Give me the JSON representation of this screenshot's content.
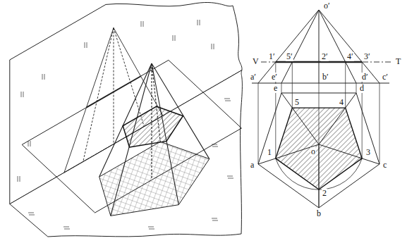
{
  "diagram": {
    "labels": [
      "o′",
      "V",
      "1′",
      "5′",
      "2′",
      "4′",
      "3′",
      "T",
      "a′",
      "e′",
      "b′",
      "d′",
      "c′",
      "e",
      "d",
      "5",
      "4",
      "1",
      "o",
      "3",
      "2",
      "a",
      "c",
      "b"
    ]
  }
}
